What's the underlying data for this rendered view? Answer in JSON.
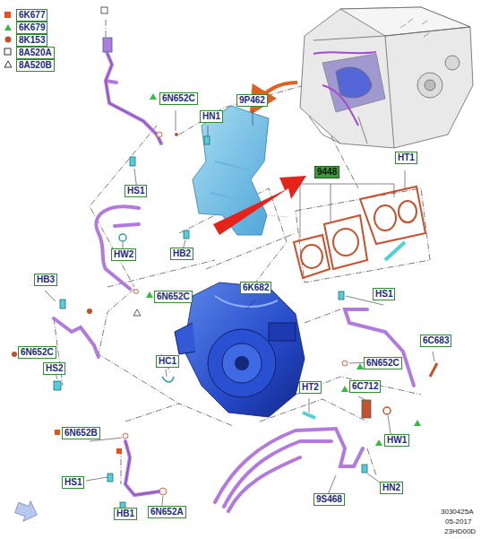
{
  "diagram": {
    "labels": [
      "6N652C",
      "HN1",
      "9P462",
      "9448",
      "HT1",
      "HS1",
      "HW2",
      "HB2",
      "6N652C",
      "HB3",
      "6K682",
      "HS1",
      "6N652C",
      "HS2",
      "6N652C",
      "6C683",
      "HC1",
      "HT2",
      "6C712",
      "HW1",
      "6N652B",
      "HS1",
      "6N652A",
      "HB1",
      "9S468",
      "HN2",
      "3030425A",
      "05-2017",
      "23HD00D"
    ],
    "legend": [
      {
        "text": "6K677"
      },
      {
        "text": "6K679"
      },
      {
        "text": "8K153"
      },
      {
        "text": "8A520A"
      },
      {
        "text": "8A520B"
      }
    ]
  }
}
